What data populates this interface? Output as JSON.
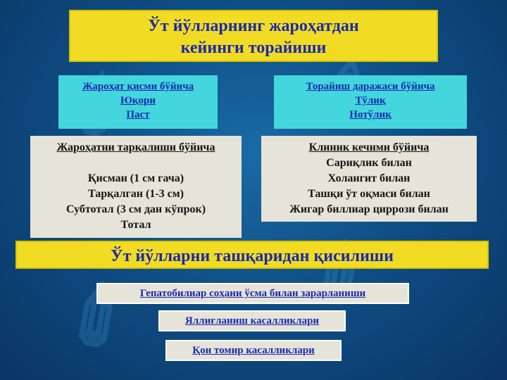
{
  "title": [
    "Ўт йўлларнинг жароҳатдан",
    "кейинги торайиши"
  ],
  "by_site": {
    "heading": "Жароҳат қисми бўйича",
    "items": [
      "Юқори",
      "Паст"
    ]
  },
  "by_degree": {
    "heading": "Торайиш даражаси бўйича",
    "items": [
      "Тўлиқ",
      "Нотўлиқ"
    ]
  },
  "by_extent": {
    "heading": "Жароҳатни тарқалиши бўйича",
    "items": [
      "Қисман (1 см гача)",
      "Тарқалган (1-3 см)",
      "Субтотал (3 см дан кўпрок)",
      "Тотал"
    ]
  },
  "by_clinical": {
    "heading": "Клиник кечими бўйича",
    "items": [
      "Сариқлик билан",
      "Холангит билан",
      "Ташқи ўт оқмаси билан",
      "Жигар биллиар циррози билан"
    ]
  },
  "banner": "Ўт йўлларни ташқаридан қисилиши",
  "causes": [
    "Гепатобилиар соҳани ўсма билан зарарланиши",
    "Яллиғланиш касалликлари",
    "Қон томир касалликлари"
  ],
  "colors": {
    "yellow": "#f2dc23",
    "cyan": "#43d6dc",
    "gray": "#e6e3d8",
    "blue_text": "#1a2ab0",
    "background": "#0f4f86"
  }
}
